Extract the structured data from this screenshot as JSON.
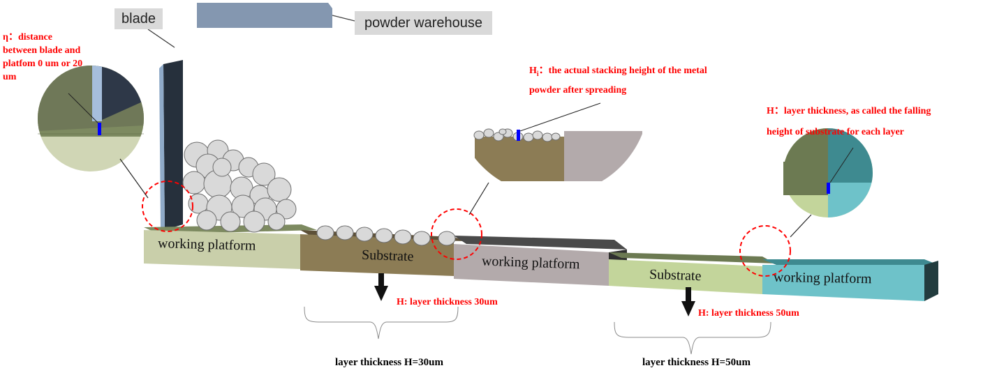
{
  "labels": {
    "blade": "blade",
    "powder_warehouse": "powder warehouse",
    "eta_note": "η：distance between blade and platfom 0 um or 20 um",
    "hi_prefix": "H",
    "hi_sub": "i",
    "hi_line1": "：the actual stacking height of the metal",
    "hi_line2": "powder after spreading",
    "h_line1": "H：layer thickness, as called the falling",
    "h_line2": "height of substrate for each layer",
    "working_platform_1": "working platform",
    "substrate_1": "Substrate",
    "working_platform_2": "working platform",
    "substrate_2": "Substrate",
    "working_platform_3": "working platform",
    "h30": "H: layer thickness 30um",
    "h50": "H: layer thickness 50um",
    "bracket30": "layer thickness H=30um",
    "bracket50": "layer thickness H=50um"
  },
  "colors": {
    "platform_beige": "#c9cfaa",
    "substrate_brown": "#8c7c55",
    "platform_grey": "#b3aaab",
    "substrate_green": "#c3d59b",
    "platform_teal": "#6ec2c9",
    "blade": "#26303c",
    "warehouse": "#8497b0",
    "annotation_red": "#ff0000",
    "marker_blue": "#0000ff"
  }
}
